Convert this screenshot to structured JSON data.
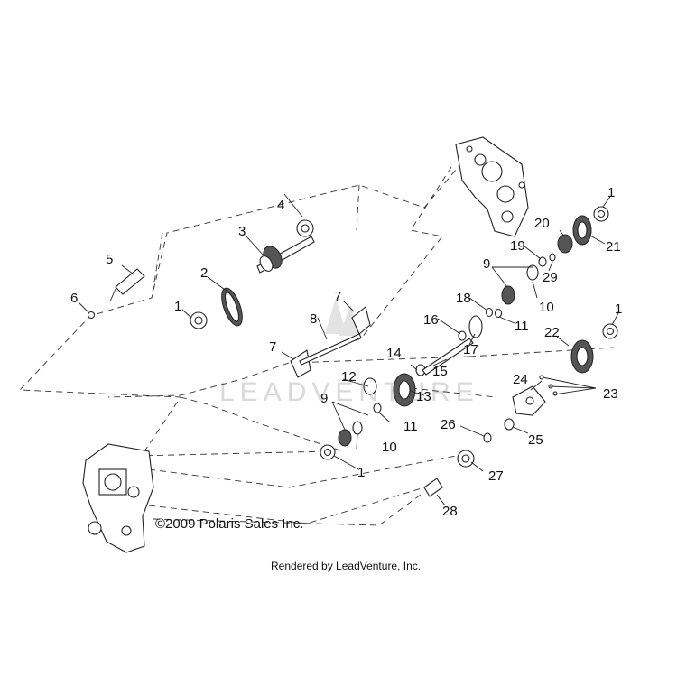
{
  "watermark": "LEADVENTURE",
  "copyright": "©2009 Polaris Sales Inc.",
  "rendered_by": "Rendered by LeadVenture, Inc.",
  "callouts": [
    {
      "id": "c1a",
      "text": "1"
    },
    {
      "id": "c1b",
      "text": "1"
    },
    {
      "id": "c1c",
      "text": "1"
    },
    {
      "id": "c1d",
      "text": "1"
    },
    {
      "id": "c2",
      "text": "2"
    },
    {
      "id": "c3",
      "text": "3"
    },
    {
      "id": "c4",
      "text": "4"
    },
    {
      "id": "c5",
      "text": "5"
    },
    {
      "id": "c6",
      "text": "6"
    },
    {
      "id": "c7a",
      "text": "7"
    },
    {
      "id": "c7b",
      "text": "7"
    },
    {
      "id": "c8",
      "text": "8"
    },
    {
      "id": "c9a",
      "text": "9"
    },
    {
      "id": "c9b",
      "text": "9"
    },
    {
      "id": "c10a",
      "text": "10"
    },
    {
      "id": "c10b",
      "text": "10"
    },
    {
      "id": "c11a",
      "text": "11"
    },
    {
      "id": "c11b",
      "text": "11"
    },
    {
      "id": "c12",
      "text": "12"
    },
    {
      "id": "c13",
      "text": "13"
    },
    {
      "id": "c14",
      "text": "14"
    },
    {
      "id": "c15",
      "text": "15"
    },
    {
      "id": "c16",
      "text": "16"
    },
    {
      "id": "c17",
      "text": "17"
    },
    {
      "id": "c18",
      "text": "18"
    },
    {
      "id": "c19",
      "text": "19"
    },
    {
      "id": "c20",
      "text": "20"
    },
    {
      "id": "c21",
      "text": "21"
    },
    {
      "id": "c22",
      "text": "22"
    },
    {
      "id": "c23",
      "text": "23"
    },
    {
      "id": "c24",
      "text": "24"
    },
    {
      "id": "c25",
      "text": "25"
    },
    {
      "id": "c26",
      "text": "26"
    },
    {
      "id": "c27",
      "text": "27"
    },
    {
      "id": "c28",
      "text": "28"
    },
    {
      "id": "c29",
      "text": "29"
    }
  ]
}
